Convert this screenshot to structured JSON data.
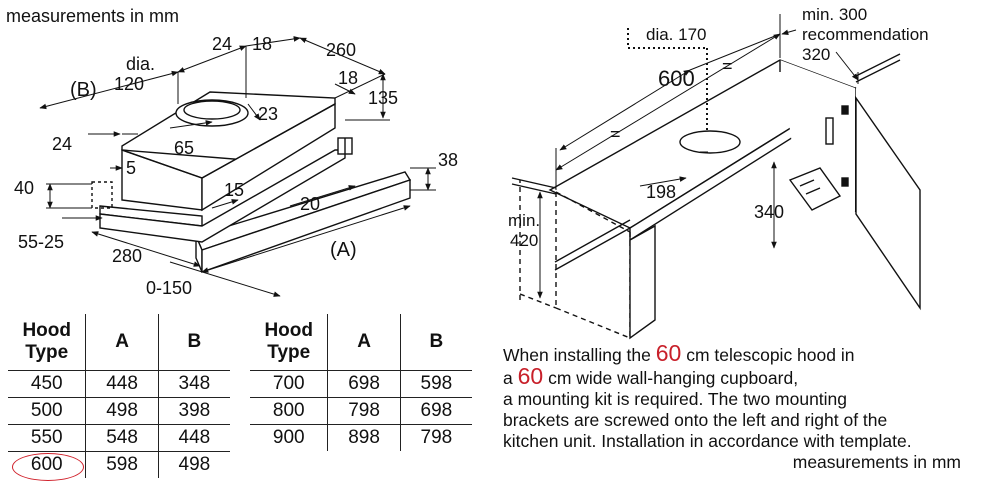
{
  "left_diagram": {
    "units_caption": "measurements in mm",
    "labels": {
      "B": "(B)",
      "A": "(A)",
      "dia": "dia.",
      "dia_value": "120",
      "d24_top": "24",
      "d18_top": "18",
      "d260": "260",
      "d18_right": "18",
      "d135": "135",
      "d23": "23",
      "d65": "65",
      "d24_left": "24",
      "d5": "5",
      "d40": "40",
      "d15": "15",
      "d20": "20",
      "d38": "38",
      "d55_25": "55-25",
      "d280": "280",
      "d0_150": "0-150"
    }
  },
  "right_diagram": {
    "labels": {
      "dia170": "dia. 170",
      "min300": "min. 300",
      "recommendation": "recommendation",
      "d320": "320",
      "d600": "600",
      "eq1": "=",
      "eq2": "=",
      "d198": "198",
      "d340": "340",
      "min": "min.",
      "d420": "420"
    }
  },
  "tables": {
    "headers": {
      "type_line1": "Hood",
      "type_line2": "Type",
      "col_a": "A",
      "col_b": "B"
    },
    "left_rows": [
      {
        "type": "450",
        "a": "448",
        "b": "348"
      },
      {
        "type": "500",
        "a": "498",
        "b": "398"
      },
      {
        "type": "550",
        "a": "548",
        "b": "448"
      },
      {
        "type": "600",
        "a": "598",
        "b": "498"
      }
    ],
    "right_rows": [
      {
        "type": "700",
        "a": "698",
        "b": "598"
      },
      {
        "type": "800",
        "a": "798",
        "b": "698"
      },
      {
        "type": "900",
        "a": "898",
        "b": "798"
      }
    ],
    "highlight_color": "#d0212b"
  },
  "note": {
    "l1_a": "When installing the ",
    "l1_num": "60",
    "l1_b": " cm telescopic hood in",
    "l2_a": "a ",
    "l2_num": "60",
    "l2_b": " cm wide wall-hanging cupboard,",
    "l3": "a mounting kit is required. The two mounting",
    "l4": "brackets are screwed onto the left and right of the",
    "l5": "kitchen unit. Installation in accordance with template.",
    "units": "measurements in mm",
    "accent_color": "#c8202a"
  }
}
